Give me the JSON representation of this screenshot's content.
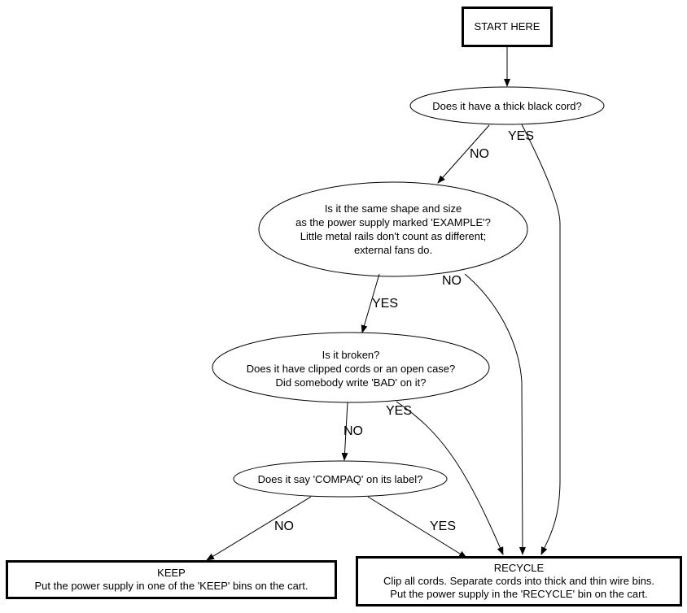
{
  "nodes": {
    "start": {
      "lines": [
        "START HERE"
      ]
    },
    "q1": {
      "lines": [
        "Does it have a thick black cord?"
      ]
    },
    "q2": {
      "lines": [
        "Is it the same shape and size",
        "as the power supply marked 'EXAMPLE'?",
        "Little metal rails don't count as different;",
        "external fans do."
      ]
    },
    "q3": {
      "lines": [
        "Is it broken?",
        "Does it have clipped cords or an open case?",
        "Did somebody write 'BAD' on it?"
      ]
    },
    "q4": {
      "lines": [
        "Does it say 'COMPAQ' on its label?"
      ]
    },
    "keep": {
      "lines": [
        "KEEP",
        "Put the power supply in one of the 'KEEP' bins on the cart."
      ]
    },
    "recycle": {
      "lines": [
        "RECYCLE",
        "Clip all cords. Separate cords into thick and thin wire bins.",
        "Put the power supply in the 'RECYCLE' bin on the cart."
      ]
    }
  },
  "edges": [
    {
      "from": "start",
      "to": "q1",
      "label": ""
    },
    {
      "from": "q1",
      "to": "q2",
      "label": "NO"
    },
    {
      "from": "q1",
      "to": "recycle",
      "label": "YES"
    },
    {
      "from": "q2",
      "to": "q3",
      "label": "YES"
    },
    {
      "from": "q2",
      "to": "recycle",
      "label": "NO"
    },
    {
      "from": "q3",
      "to": "q4",
      "label": "NO"
    },
    {
      "from": "q3",
      "to": "recycle",
      "label": "YES"
    },
    {
      "from": "q4",
      "to": "keep",
      "label": "NO"
    },
    {
      "from": "q4",
      "to": "recycle",
      "label": "YES"
    }
  ]
}
